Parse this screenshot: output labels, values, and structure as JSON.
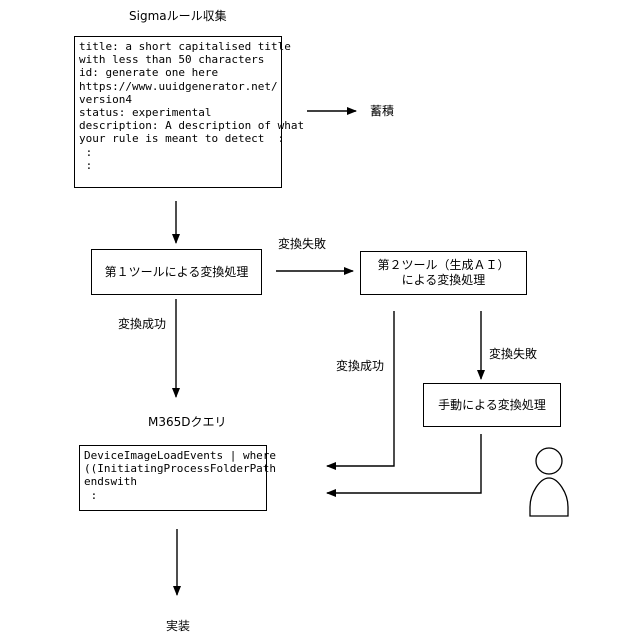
{
  "header": {
    "title": "Sigmaルール収集"
  },
  "sigma_box": {
    "lines": [
      "title: a short capitalised title",
      "with less than 50 characters",
      "id: generate one here",
      "https://www.uuidgenerator.net/",
      "version4",
      "status: experimental",
      "description: A description of what",
      "your rule is meant to detect  :",
      " :",
      " :"
    ]
  },
  "store_label": "蓄積",
  "tool1_box": {
    "label": "第１ツールによる変換処理"
  },
  "tool2_box": {
    "line1": "第２ツール（生成ＡＩ）",
    "line2": "による変換処理"
  },
  "manual_box": {
    "label": "手動による変換処理"
  },
  "edges": {
    "fail1": "変換失敗",
    "success1": "変換成功",
    "success2": "変換成功",
    "fail2": "変換失敗"
  },
  "query_title": "M365Dクエリ",
  "query_box": {
    "lines": [
      "DeviceImageLoadEvents | where",
      "((InitiatingProcessFolderPath",
      "endswith",
      " :"
    ]
  },
  "deploy_label": "実装",
  "actor": {
    "icon": "person-icon"
  }
}
